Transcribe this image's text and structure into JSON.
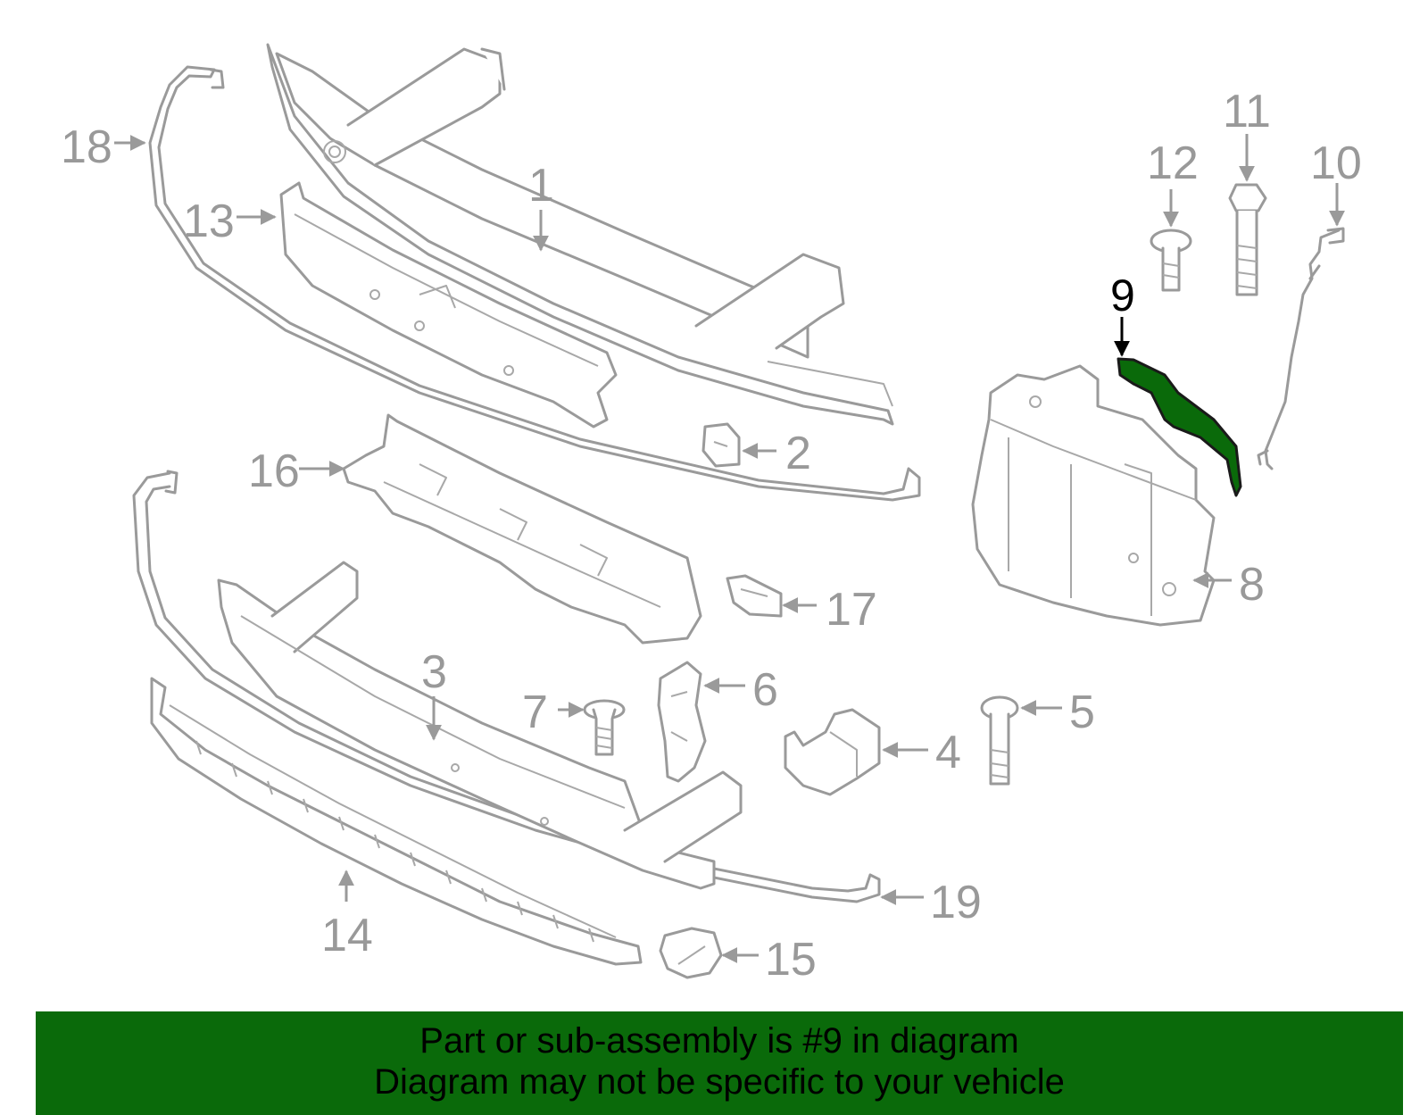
{
  "banner": {
    "line1": "Part or sub-assembly is #9 in diagram",
    "line2": "Diagram may not be specific to your vehicle",
    "color": "#0a6a0a"
  },
  "highlight": {
    "part": "9",
    "color": "#0a6a0a"
  },
  "callouts": {
    "c1": "1",
    "c2": "2",
    "c3": "3",
    "c4": "4",
    "c5": "5",
    "c6": "6",
    "c7": "7",
    "c8": "8",
    "c9": "9",
    "c10": "10",
    "c11": "11",
    "c12": "12",
    "c13": "13",
    "c14": "14",
    "c15": "15",
    "c16": "16",
    "c17": "17",
    "c18": "18",
    "c19": "19"
  }
}
